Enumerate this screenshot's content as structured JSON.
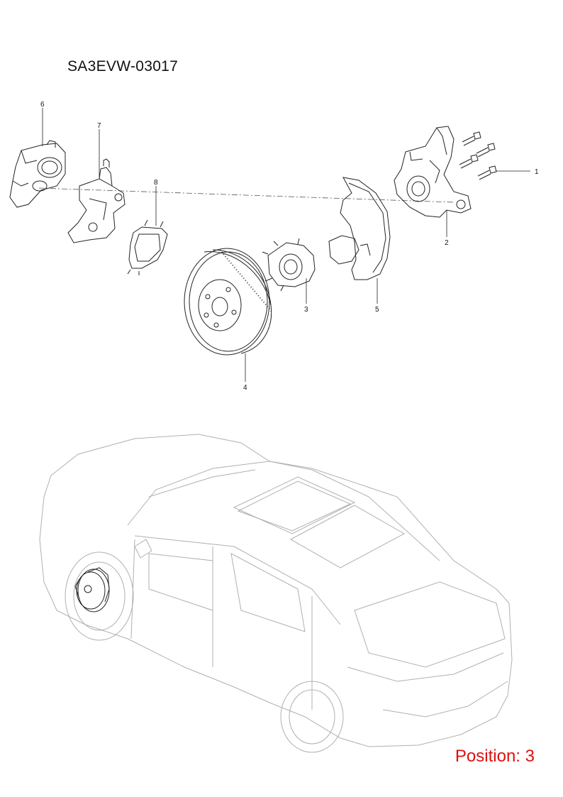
{
  "diagram": {
    "code": "SA3EVW-03017",
    "position_label": "Position: 3",
    "colors": {
      "line": "#222222",
      "vehicle_line": "#b0b0b0",
      "position_text": "#e01010"
    },
    "callouts": [
      {
        "number": "1",
        "part": "bolt"
      },
      {
        "number": "2",
        "part": "steering-knuckle"
      },
      {
        "number": "3",
        "part": "wheel-hub"
      },
      {
        "number": "4",
        "part": "brake-disc"
      },
      {
        "number": "5",
        "part": "dust-shield"
      },
      {
        "number": "6",
        "part": "brake-caliper"
      },
      {
        "number": "7",
        "part": "caliper-bracket"
      },
      {
        "number": "8",
        "part": "brake-pads"
      }
    ]
  }
}
